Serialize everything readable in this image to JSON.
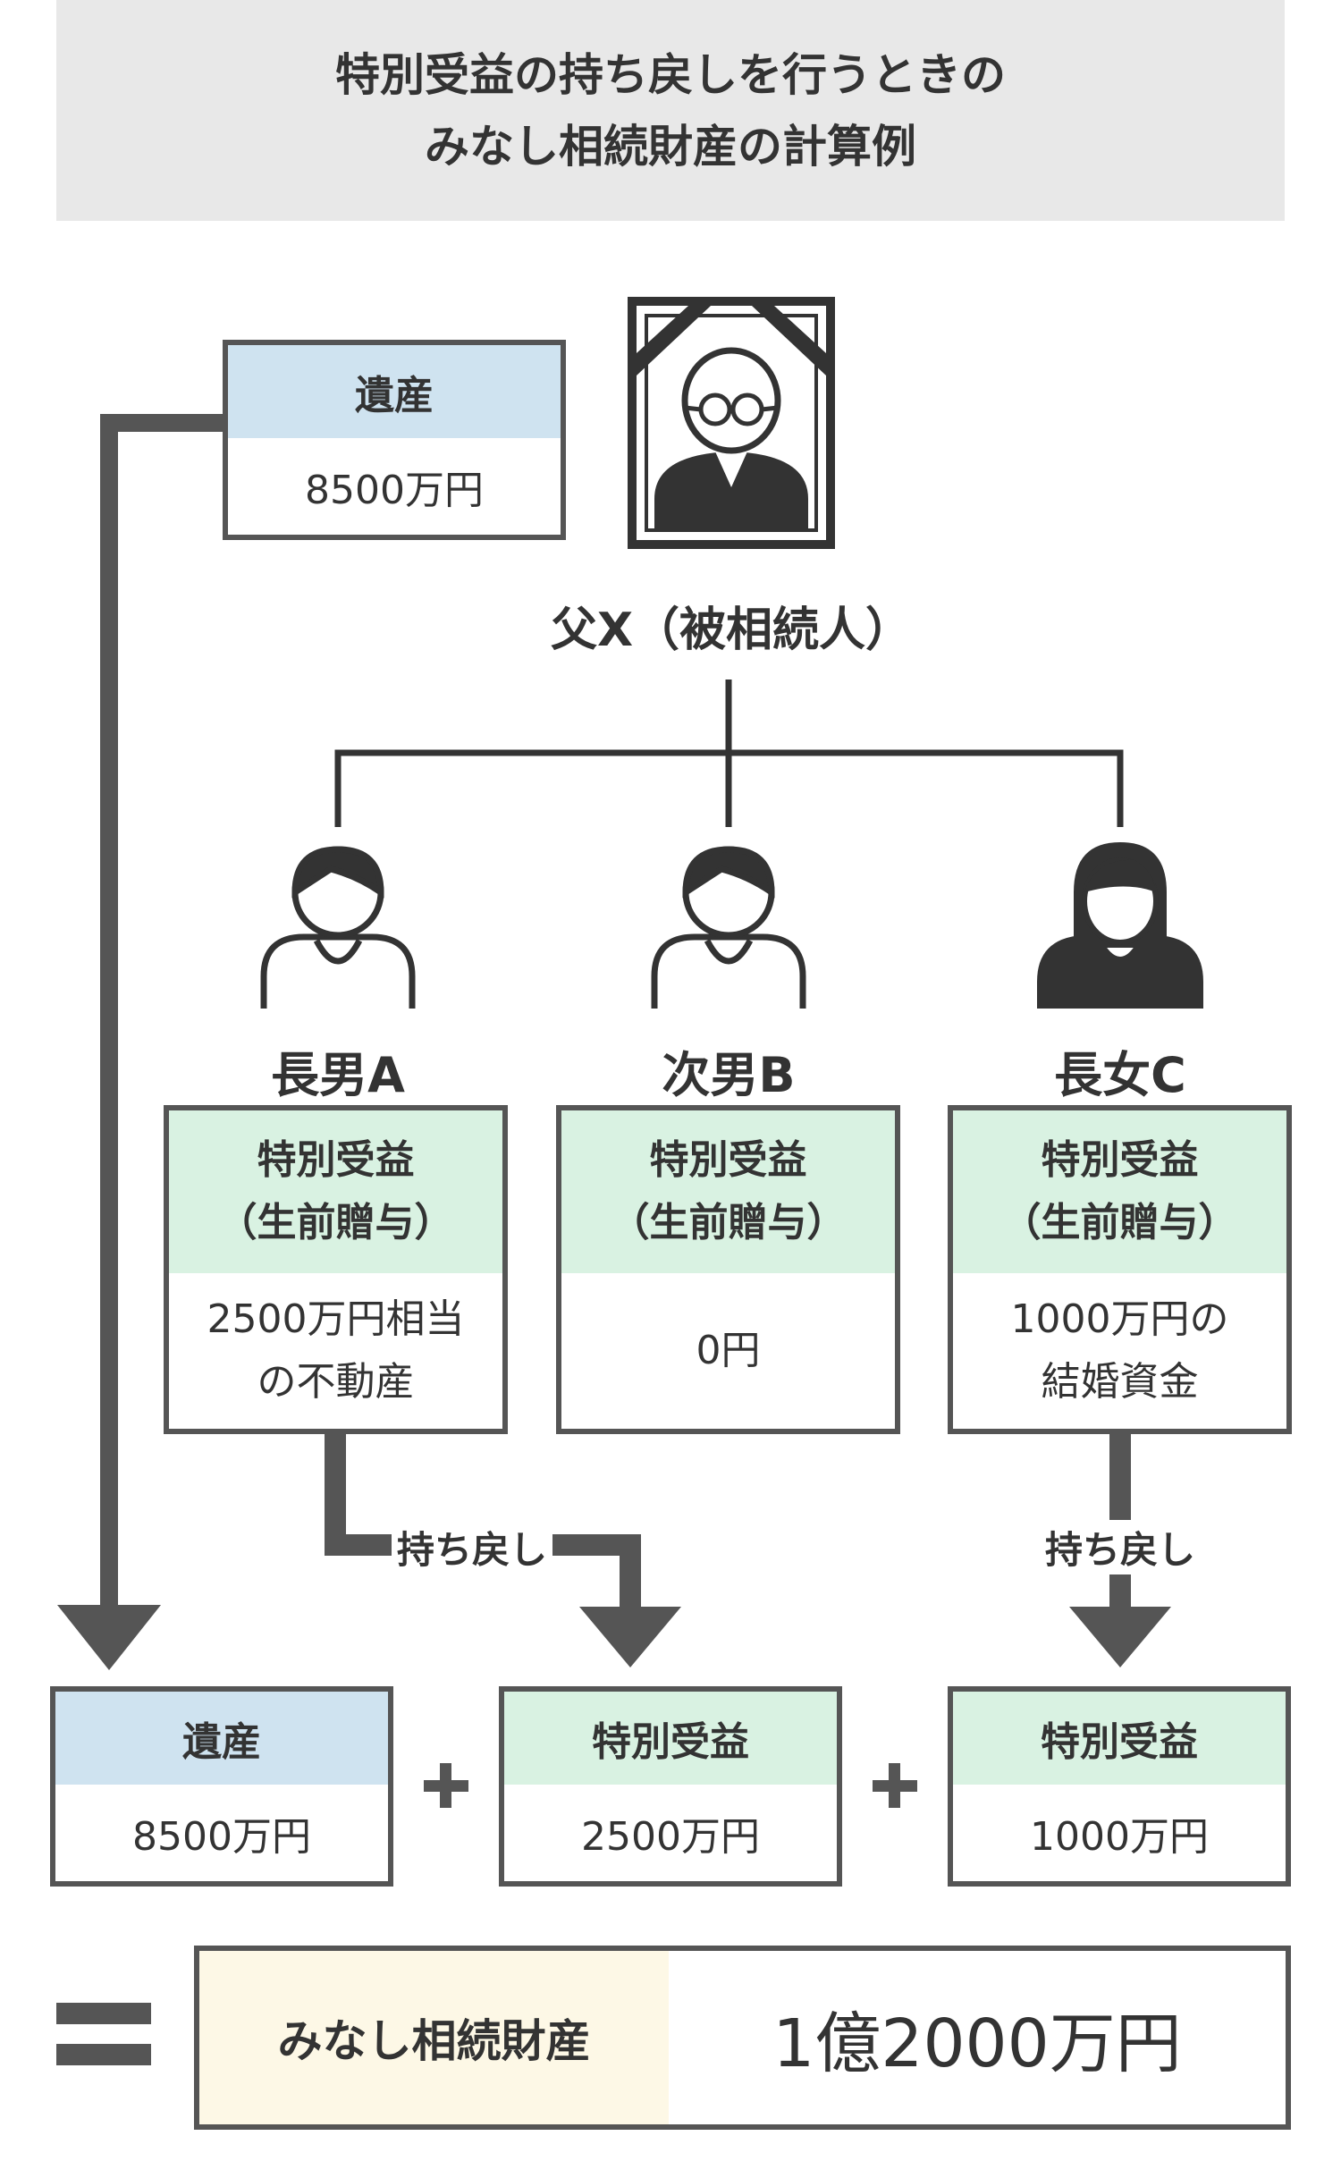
{
  "title": {
    "line1": "特別受益の持ち戻しを行うときの",
    "line2": "みなし相続財産の計算例"
  },
  "estate_top": {
    "header": "遺産",
    "value": "8500万円"
  },
  "deceased": {
    "label": "父X（被相続人）"
  },
  "heirs": [
    {
      "name": "長男A",
      "header1": "特別受益",
      "header2": "（生前贈与）",
      "body1": "2500万円相当",
      "body2": "の不動産"
    },
    {
      "name": "次男B",
      "header1": "特別受益",
      "header2": "（生前贈与）",
      "body1": "0円",
      "body2": ""
    },
    {
      "name": "長女C",
      "header1": "特別受益",
      "header2": "（生前贈与）",
      "body1": "1000万円の",
      "body2": "結婚資金"
    }
  ],
  "mochimodoshi_label": "持ち戻し",
  "sum": [
    {
      "header": "遺産",
      "value": "8500万円"
    },
    {
      "header": "特別受益",
      "value": "2500万円"
    },
    {
      "header": "特別受益",
      "value": "1000万円"
    }
  ],
  "plus_symbol": "+",
  "result": {
    "label": "みなし相続財産",
    "value": "1億2000万円"
  },
  "colors": {
    "estate_header": "#cfe3f0",
    "benefit_header": "#d9f2e2",
    "result_label": "#fdf8e6",
    "line": "#555555"
  },
  "icons": {
    "deceased": "portrait-icon",
    "male": "person-icon",
    "female": "woman-icon"
  }
}
